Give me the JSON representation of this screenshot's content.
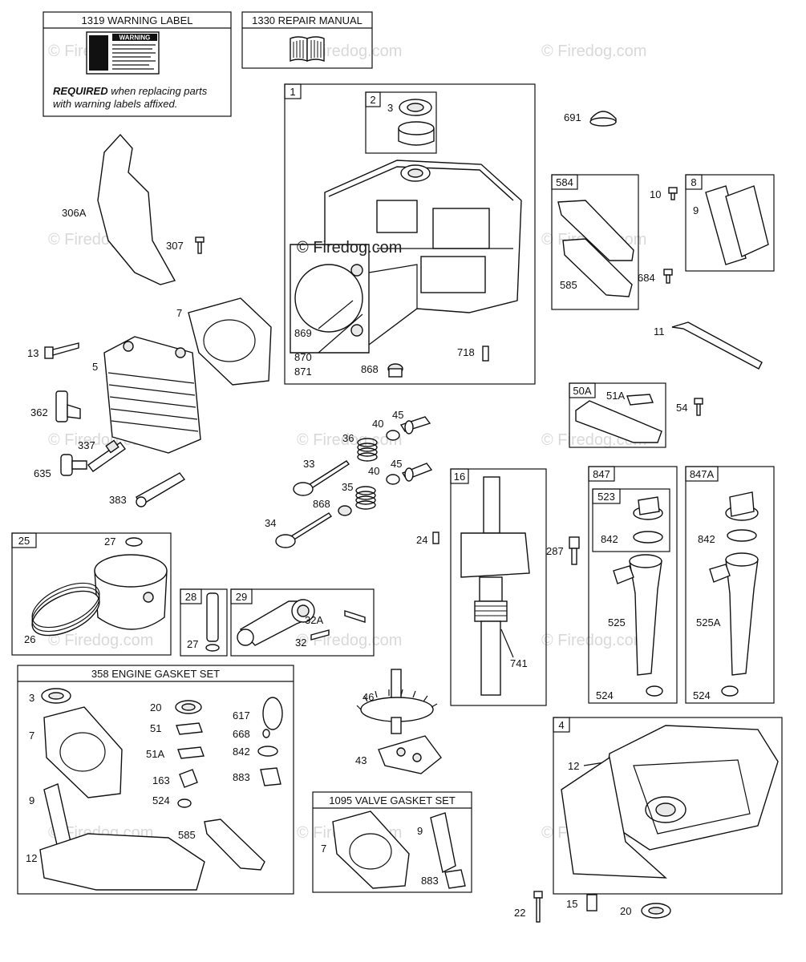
{
  "watermark": "© Firedog.com",
  "boxes": {
    "warning_label": "1319 WARNING LABEL",
    "warning_sticker_heading": "WARNING",
    "required_word": "REQUIRED",
    "required_rest_1": " when replacing parts",
    "required_rest_2": "with warning labels affixed.",
    "repair_manual": "1330 REPAIR MANUAL",
    "engine_gasket_set": "358 ENGINE GASKET SET",
    "valve_gasket_set": "1095 VALVE GASKET SET",
    "b1": "1",
    "b2": "2",
    "b4": "4",
    "b8": "8",
    "b16": "16",
    "b25": "25",
    "b28": "28",
    "b29": "29",
    "b50A": "50A",
    "b523": "523",
    "b584": "584",
    "b847": "847",
    "b847A": "847A"
  },
  "labels": {
    "p691": "691",
    "p3a": "3",
    "p306A": "306A",
    "p307": "307",
    "p7a": "7",
    "p869": "869",
    "p870": "870",
    "p871": "871",
    "p868a": "868",
    "p718": "718",
    "p13": "13",
    "p5": "5",
    "p362": "362",
    "p337": "337",
    "p635": "635",
    "p383": "383",
    "p10": "10",
    "p9a": "9",
    "p585a": "585",
    "p684": "684",
    "p11": "11",
    "p51Aa": "51A",
    "p54": "54",
    "p40a": "40",
    "p45a": "45",
    "p36": "36",
    "p33": "33",
    "p40b": "40",
    "p45b": "45",
    "p35": "35",
    "p868b": "868",
    "p34": "34",
    "p24": "24",
    "p741": "741",
    "p287": "287",
    "p842a": "842",
    "p525": "525",
    "p524a": "524",
    "p842b": "842",
    "p525A": "525A",
    "p524b": "524",
    "p27a": "27",
    "p26": "26",
    "p27b": "27",
    "p32A": "32A",
    "p32": "32",
    "p3b": "3",
    "p7b": "7",
    "p9b": "9",
    "p12a": "12",
    "p20a": "20",
    "p51": "51",
    "p51Ab": "51A",
    "p163": "163",
    "p524c": "524",
    "p585b": "585",
    "p617": "617",
    "p668": "668",
    "p842c": "842",
    "p883a": "883",
    "p46": "46",
    "p43": "43",
    "p7c": "7",
    "p9c": "9",
    "p883b": "883",
    "p12b": "12",
    "p22": "22",
    "p15": "15",
    "p20b": "20"
  }
}
